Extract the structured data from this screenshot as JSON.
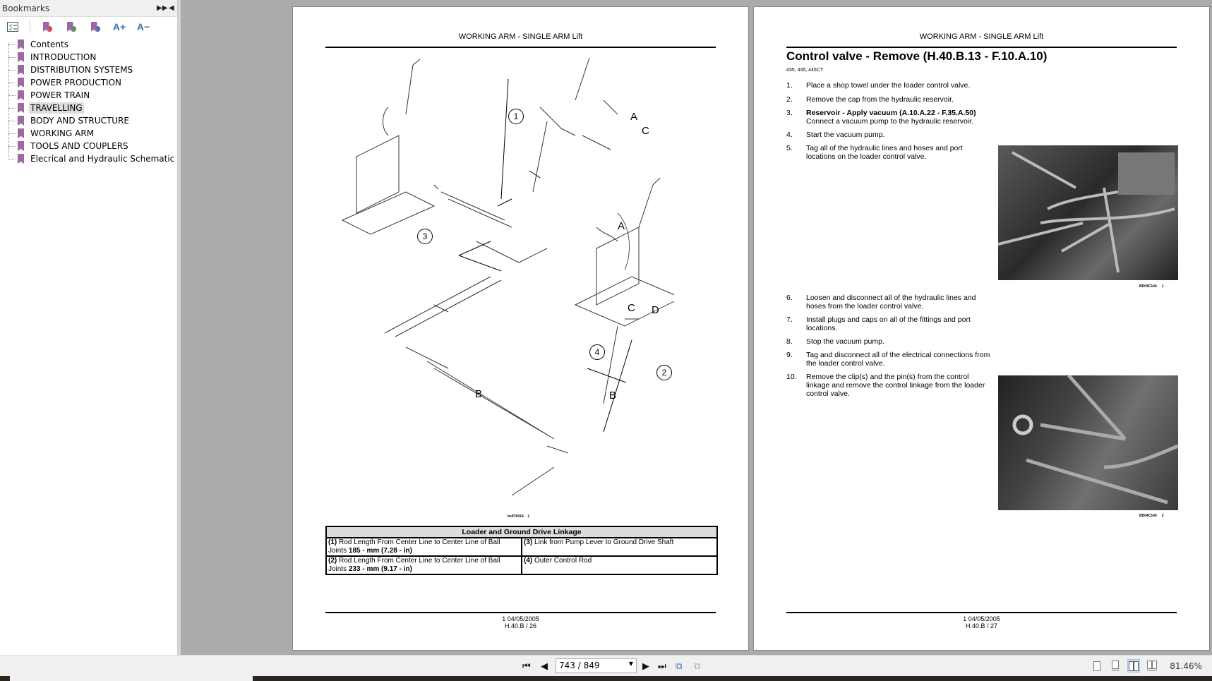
{
  "sidebar": {
    "title": "Bookmarks",
    "items": [
      {
        "label": "Contents"
      },
      {
        "label": "INTRODUCTION"
      },
      {
        "label": "DISTRIBUTION SYSTEMS"
      },
      {
        "label": "POWER PRODUCTION"
      },
      {
        "label": "POWER TRAIN"
      },
      {
        "label": "TRAVELLING",
        "selected": true
      },
      {
        "label": "BODY AND STRUCTURE"
      },
      {
        "label": "WORKING ARM"
      },
      {
        "label": "TOOLS AND COUPLERS"
      },
      {
        "label": "Elecrical and Hydraulic Schematic"
      }
    ],
    "tools": {
      "font_up": "A+",
      "font_down": "A−"
    }
  },
  "left_page": {
    "header": "WORKING ARM - SINGLE ARM Lift",
    "figure": {
      "caption_code": "bs97h014",
      "caption_num": "1",
      "callouts": [
        "1",
        "2",
        "3",
        "4"
      ],
      "letters": [
        "A",
        "C",
        "A",
        "C",
        "D",
        "B",
        "B"
      ]
    },
    "table": {
      "title": "Loader and Ground Drive Linkage",
      "c1": {
        "num": "(1)",
        "text": " Rod Length From Center Line to Center Line of Ball Joints ",
        "val": "185 - mm (7.28 - in)"
      },
      "c3": {
        "num": "(3)",
        "text": " Link from Pump Lever to Ground Drive Shaft"
      },
      "c2": {
        "num": "(2)",
        "text": " Rod Length From Center Line to Center Line of Ball Joints ",
        "val": "233 - mm (9.17 - in)"
      },
      "c4": {
        "num": "(4)",
        "text": " Outer Control Rod"
      }
    },
    "footer": {
      "line1": "1 04/05/2005",
      "line2": "H.40.B / 26"
    }
  },
  "right_page": {
    "header": "WORKING ARM - SINGLE ARM Lift",
    "title": "Control valve - Remove (H.40.B.13 - F.10.A.10)",
    "models": "435, 445, 445CT",
    "steps": [
      {
        "n": "1.",
        "text": "Place a shop towel under the loader control valve."
      },
      {
        "n": "2.",
        "text": "Remove the cap from the hydraulic reservoir."
      },
      {
        "n": "3.",
        "bold": "Reservoir - Apply vacuum (A.10.A.22 - F.35.A.50)",
        "text": "Connect a vacuum pump to the hydraulic reservoir."
      },
      {
        "n": "4.",
        "text": "Start the vacuum pump."
      },
      {
        "n": "5.",
        "text": "Tag all of the hydraulic lines and hoses and port locations on the loader control valve."
      },
      {
        "n": "6.",
        "text": "Loosen and disconnect all of the hydraulic lines and hoses from the loader control valve."
      },
      {
        "n": "7.",
        "text": "Install plugs and caps on all of the fittings and port locations."
      },
      {
        "n": "8.",
        "text": "Stop the vacuum pump."
      },
      {
        "n": "9.",
        "text": "Tag and disconnect all of the electrical connections from the loader control valve."
      },
      {
        "n": "10.",
        "text": "Remove the clip(s) and the pin(s) from the control linkage and remove the control linkage from the loader control valve."
      }
    ],
    "photos": [
      {
        "code": "BD04C144",
        "num": "1"
      },
      {
        "code": "BD04C145",
        "num": "2"
      }
    ],
    "footer": {
      "line1": "1 04/05/2005",
      "line2": "H.40.B / 27"
    }
  },
  "toolbar": {
    "page_indicator": "743 / 849",
    "zoom": "81.46%"
  }
}
